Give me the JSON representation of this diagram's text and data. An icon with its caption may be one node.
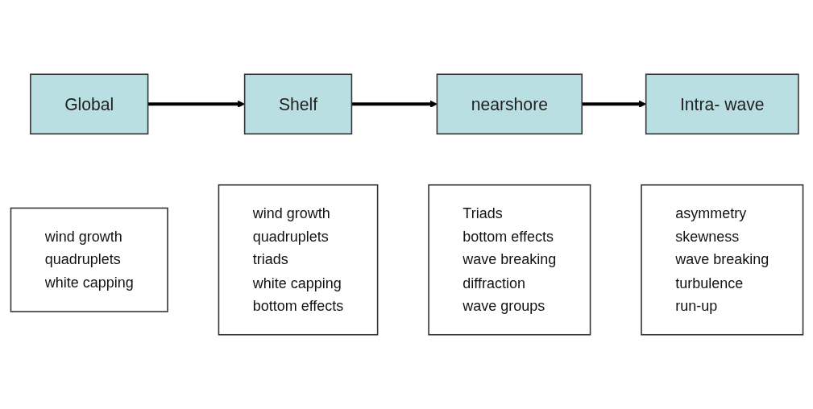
{
  "diagram": {
    "nodes": [
      {
        "text": [
          "Global"
        ]
      },
      {
        "text": [
          "Shelf"
        ]
      },
      {
        "text": [
          "nearshore"
        ]
      },
      {
        "text": [
          "Intra- wave"
        ]
      },
      {
        "text": [
          "wind growth",
          "quadruplets",
          "white capping"
        ]
      },
      {
        "text": [
          "wind growth",
          "quadruplets",
          "triads",
          "white capping",
          "bottom effects"
        ]
      },
      {
        "text": [
          "Triads",
          "bottom effects",
          "wave breaking",
          "diffraction",
          "wave groups"
        ]
      },
      {
        "text": [
          "asymmetry",
          "skewness",
          "wave breaking",
          "turbulence",
          "run-up"
        ]
      }
    ],
    "edges": [
      {
        "from": 0,
        "to": 1,
        "arrow": "to"
      },
      {
        "from": 1,
        "to": 2,
        "arrow": "to"
      },
      {
        "from": 2,
        "to": 3,
        "arrow": "to"
      }
    ]
  }
}
